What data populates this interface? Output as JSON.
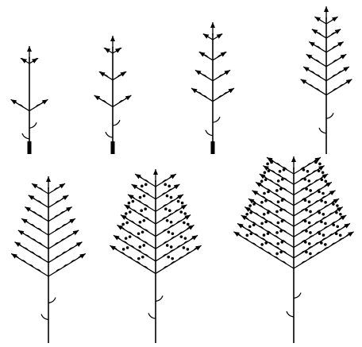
{
  "figure": {
    "stroke_color": "#000000",
    "background_color": "#ffffff",
    "panels": [
      {
        "stage": 1,
        "branch_pairs": 2,
        "trunk_thick": true,
        "buds": false
      },
      {
        "stage": 2,
        "branch_pairs": 3,
        "trunk_thick": true,
        "buds": false
      },
      {
        "stage": 3,
        "branch_pairs": 4,
        "trunk_thick": true,
        "buds": false
      },
      {
        "stage": 4,
        "branch_pairs": 6,
        "trunk_thick": false,
        "buds": false
      },
      {
        "stage": 5,
        "branch_pairs": 7,
        "trunk_thick": false,
        "buds": false
      },
      {
        "stage": 6,
        "branch_pairs": 8,
        "trunk_thick": false,
        "buds": true
      },
      {
        "stage": 7,
        "branch_pairs": 10,
        "trunk_thick": false,
        "buds": true
      }
    ]
  }
}
